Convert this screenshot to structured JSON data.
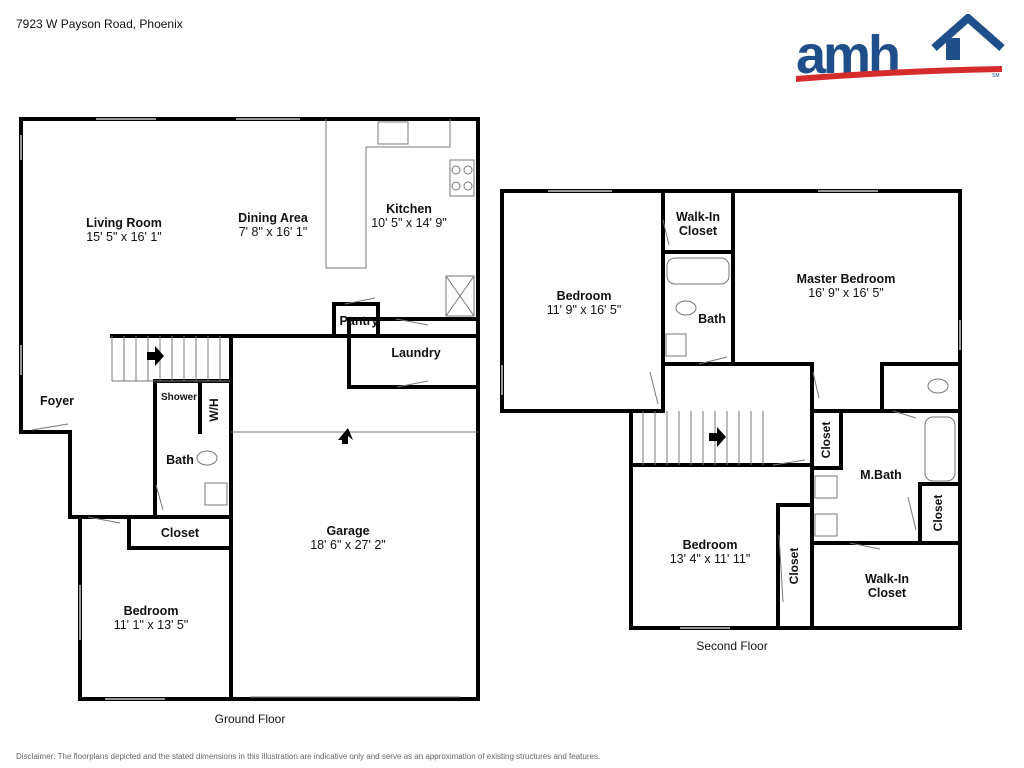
{
  "header": {
    "address": "7923 W Payson Road, Phoenix"
  },
  "brand": {
    "logo_text": "amh",
    "trademark": "SM",
    "primary_color": "#1f4f8b",
    "accent_color": "#d62b2b"
  },
  "ground_floor": {
    "caption": "Ground Floor",
    "rooms": {
      "living_room": {
        "name": "Living Room",
        "dim": "15' 5\" x 16' 1\""
      },
      "dining_area": {
        "name": "Dining Area",
        "dim": "7' 8\" x 16' 1\""
      },
      "kitchen": {
        "name": "Kitchen",
        "dim": "10' 5\" x 14' 9\""
      },
      "pantry": {
        "name": "Pantry"
      },
      "laundry": {
        "name": "Laundry"
      },
      "foyer": {
        "name": "Foyer"
      },
      "shower": {
        "name": "Shower"
      },
      "wh": {
        "name": "W/H"
      },
      "bath": {
        "name": "Bath"
      },
      "closet": {
        "name": "Closet"
      },
      "garage": {
        "name": "Garage",
        "dim": "18' 6\" x 27' 2\""
      },
      "bedroom": {
        "name": "Bedroom",
        "dim": "11' 1\" x 13' 5\""
      }
    }
  },
  "second_floor": {
    "caption": "Second Floor",
    "rooms": {
      "bedroom_a": {
        "name": "Bedroom",
        "dim": "11' 9\" x 16' 5\""
      },
      "walkin_a": {
        "name_line1": "Walk-In",
        "name_line2": "Closet"
      },
      "bath": {
        "name": "Bath"
      },
      "master_bedroom": {
        "name": "Master Bedroom",
        "dim": "16' 9\" x 16' 5\""
      },
      "closet_a": {
        "name": "Closet"
      },
      "mbath": {
        "name": "M.Bath"
      },
      "closet_b": {
        "name": "Closet"
      },
      "bedroom_b": {
        "name": "Bedroom",
        "dim": "13' 4\" x 11' 11\""
      },
      "closet_c": {
        "name": "Closet"
      },
      "walkin_b": {
        "name_line1": "Walk-In",
        "name_line2": "Closet"
      }
    }
  },
  "disclaimer": "Disclaimer: The floorplans depicted and the stated dimensions in this illustration are indicative only and serve as an approximation of existing structures and features."
}
